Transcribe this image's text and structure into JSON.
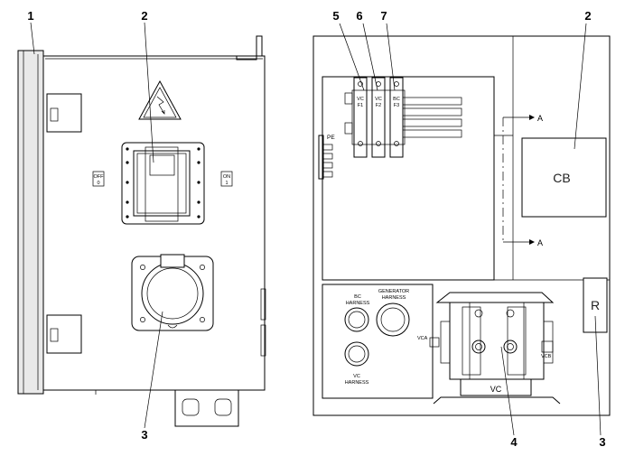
{
  "callouts": {
    "left_1": "1",
    "left_2": "2",
    "left_3": "3",
    "right_5": "5",
    "right_6": "6",
    "right_7": "7",
    "right_2": "2",
    "right_4": "4",
    "right_3": "3"
  },
  "front_panel": {
    "off_label": "OFF",
    "off_value": "0",
    "on_label": "ON",
    "on_value": "1"
  },
  "interior": {
    "fuses": [
      {
        "top": "VC",
        "bottom": "F1"
      },
      {
        "top": "VC",
        "bottom": "F2"
      },
      {
        "top": "BC",
        "bottom": "F3"
      }
    ],
    "pe_label": "PE",
    "arrow_label_top": "A",
    "arrow_label_bottom": "A",
    "cb_label": "CB",
    "r_label": "R",
    "bc_harness": "BC\nHARNESS",
    "bc_harness_line1": "BC",
    "bc_harness_line2": "HARNESS",
    "generator_harness_line1": "GENERATOR",
    "generator_harness_line2": "HARNESS",
    "vc_harness_line1": "VC",
    "vc_harness_line2": "HARNESS",
    "vca_label": "VCA",
    "vcb_label": "VCB",
    "vc_label": "VC"
  }
}
